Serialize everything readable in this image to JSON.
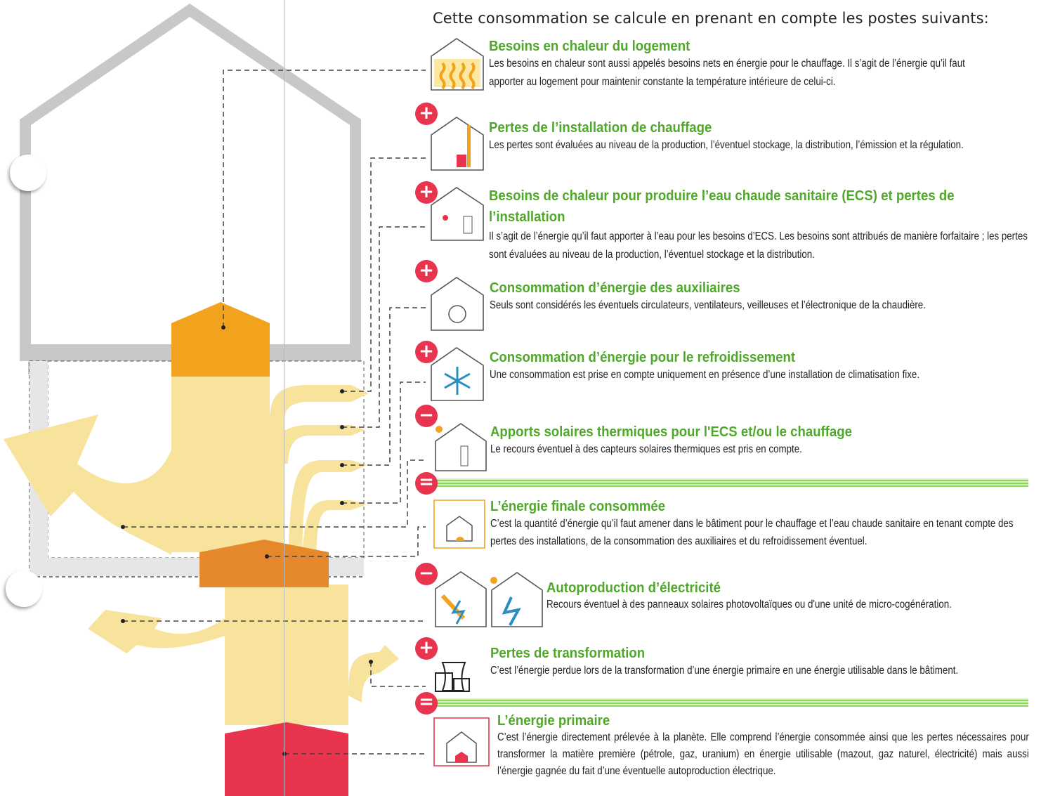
{
  "header": "Cette consommation se calcule en prenant en compte les postes suivants:",
  "items": [
    {
      "title": "Besoins en chaleur du logement",
      "desc": "Les besoins en chaleur sont aussi appelés besoins nets en énergie pour le chauffage. Il s’agit de l’énergie qu’il faut apporter au logement pour maintenir constante la température intérieure de celui-ci.",
      "icon": "house-heat-waves-icon"
    },
    {
      "title": "Pertes de l’installation de chauffage",
      "desc": "Les pertes sont évaluées au niveau de la production, l’éventuel stockage, la distribution, l’émission et la régulation.",
      "icon": "house-boiler-icon"
    },
    {
      "title": "Besoins de chaleur pour produire l’eau chaude sanitaire (ECS) et pertes de l’installation",
      "desc": "Il s’agit de l’énergie qu’il faut apporter à l’eau pour les besoins d’ECS. Les besoins sont attribués de manière forfaitaire ; les pertes sont évaluées au niveau de la production, l’éventuel stockage et la distribution.",
      "icon": "house-shower-tank-icon"
    },
    {
      "title": "Consommation d’énergie des auxiliaires",
      "desc": "Seuls sont considérés les éventuels circulateurs, ventilateurs, veilleuses et l’électronique de la chaudière.",
      "icon": "house-fan-icon"
    },
    {
      "title": "Consommation d’énergie pour le refroidissement",
      "desc": "Une consommation est prise en compte uniquement en présence d’une installation de climatisation fixe.",
      "icon": "house-snowflake-icon"
    },
    {
      "title": "Apports solaires thermiques pour l'ECS et/ou le chauffage",
      "desc": "Le recours éventuel à des capteurs solaires thermiques est pris en compte.",
      "icon": "house-solar-collector-icon"
    },
    {
      "title": "L’énergie finale consommée",
      "desc": "C’est la quantité d’énergie qu’il faut amener dans le bâtiment pour le chauffage et l’eau chaude sanitaire en tenant compte des pertes des installations, de la consommation des auxiliaires et du refroidissement éventuel.",
      "icon": "house-final-energy-icon"
    },
    {
      "title": "Autoproduction d’électricité",
      "desc": "Recours éventuel à des panneaux solaires photovoltaïques ou d'une unité de micro-cogénération.",
      "icon": "house-photovoltaic-icon"
    },
    {
      "title": "Pertes de transformation",
      "desc": "C’est l’énergie perdue lors de la transformation d’une énergie primaire en une énergie utilisable dans le bâtiment.",
      "icon": "power-plant-icon"
    },
    {
      "title": "L’énergie primaire",
      "desc": "C’est l’énergie directement prélevée à la planète. Elle comprend l’énergie consommée ainsi que les pertes nécessaires pour transformer la matière première (pétrole, gaz, uranium) en énergie utilisable (mazout, gaz naturel, électricité) mais aussi l’énergie gagnée du fait d’une éventuelle autoproduction électrique.",
      "icon": "house-primary-energy-icon"
    }
  ],
  "signs": [
    "+",
    "+",
    "+",
    "+",
    "−",
    "=",
    "−",
    "+",
    "="
  ],
  "colors": {
    "green_title": "#4fa82a",
    "red_sign": "#e8344f",
    "light_yellow": "#f7e39c",
    "orange": "#f2a31e",
    "dark_orange": "#e5892c",
    "red": "#e8344f"
  }
}
